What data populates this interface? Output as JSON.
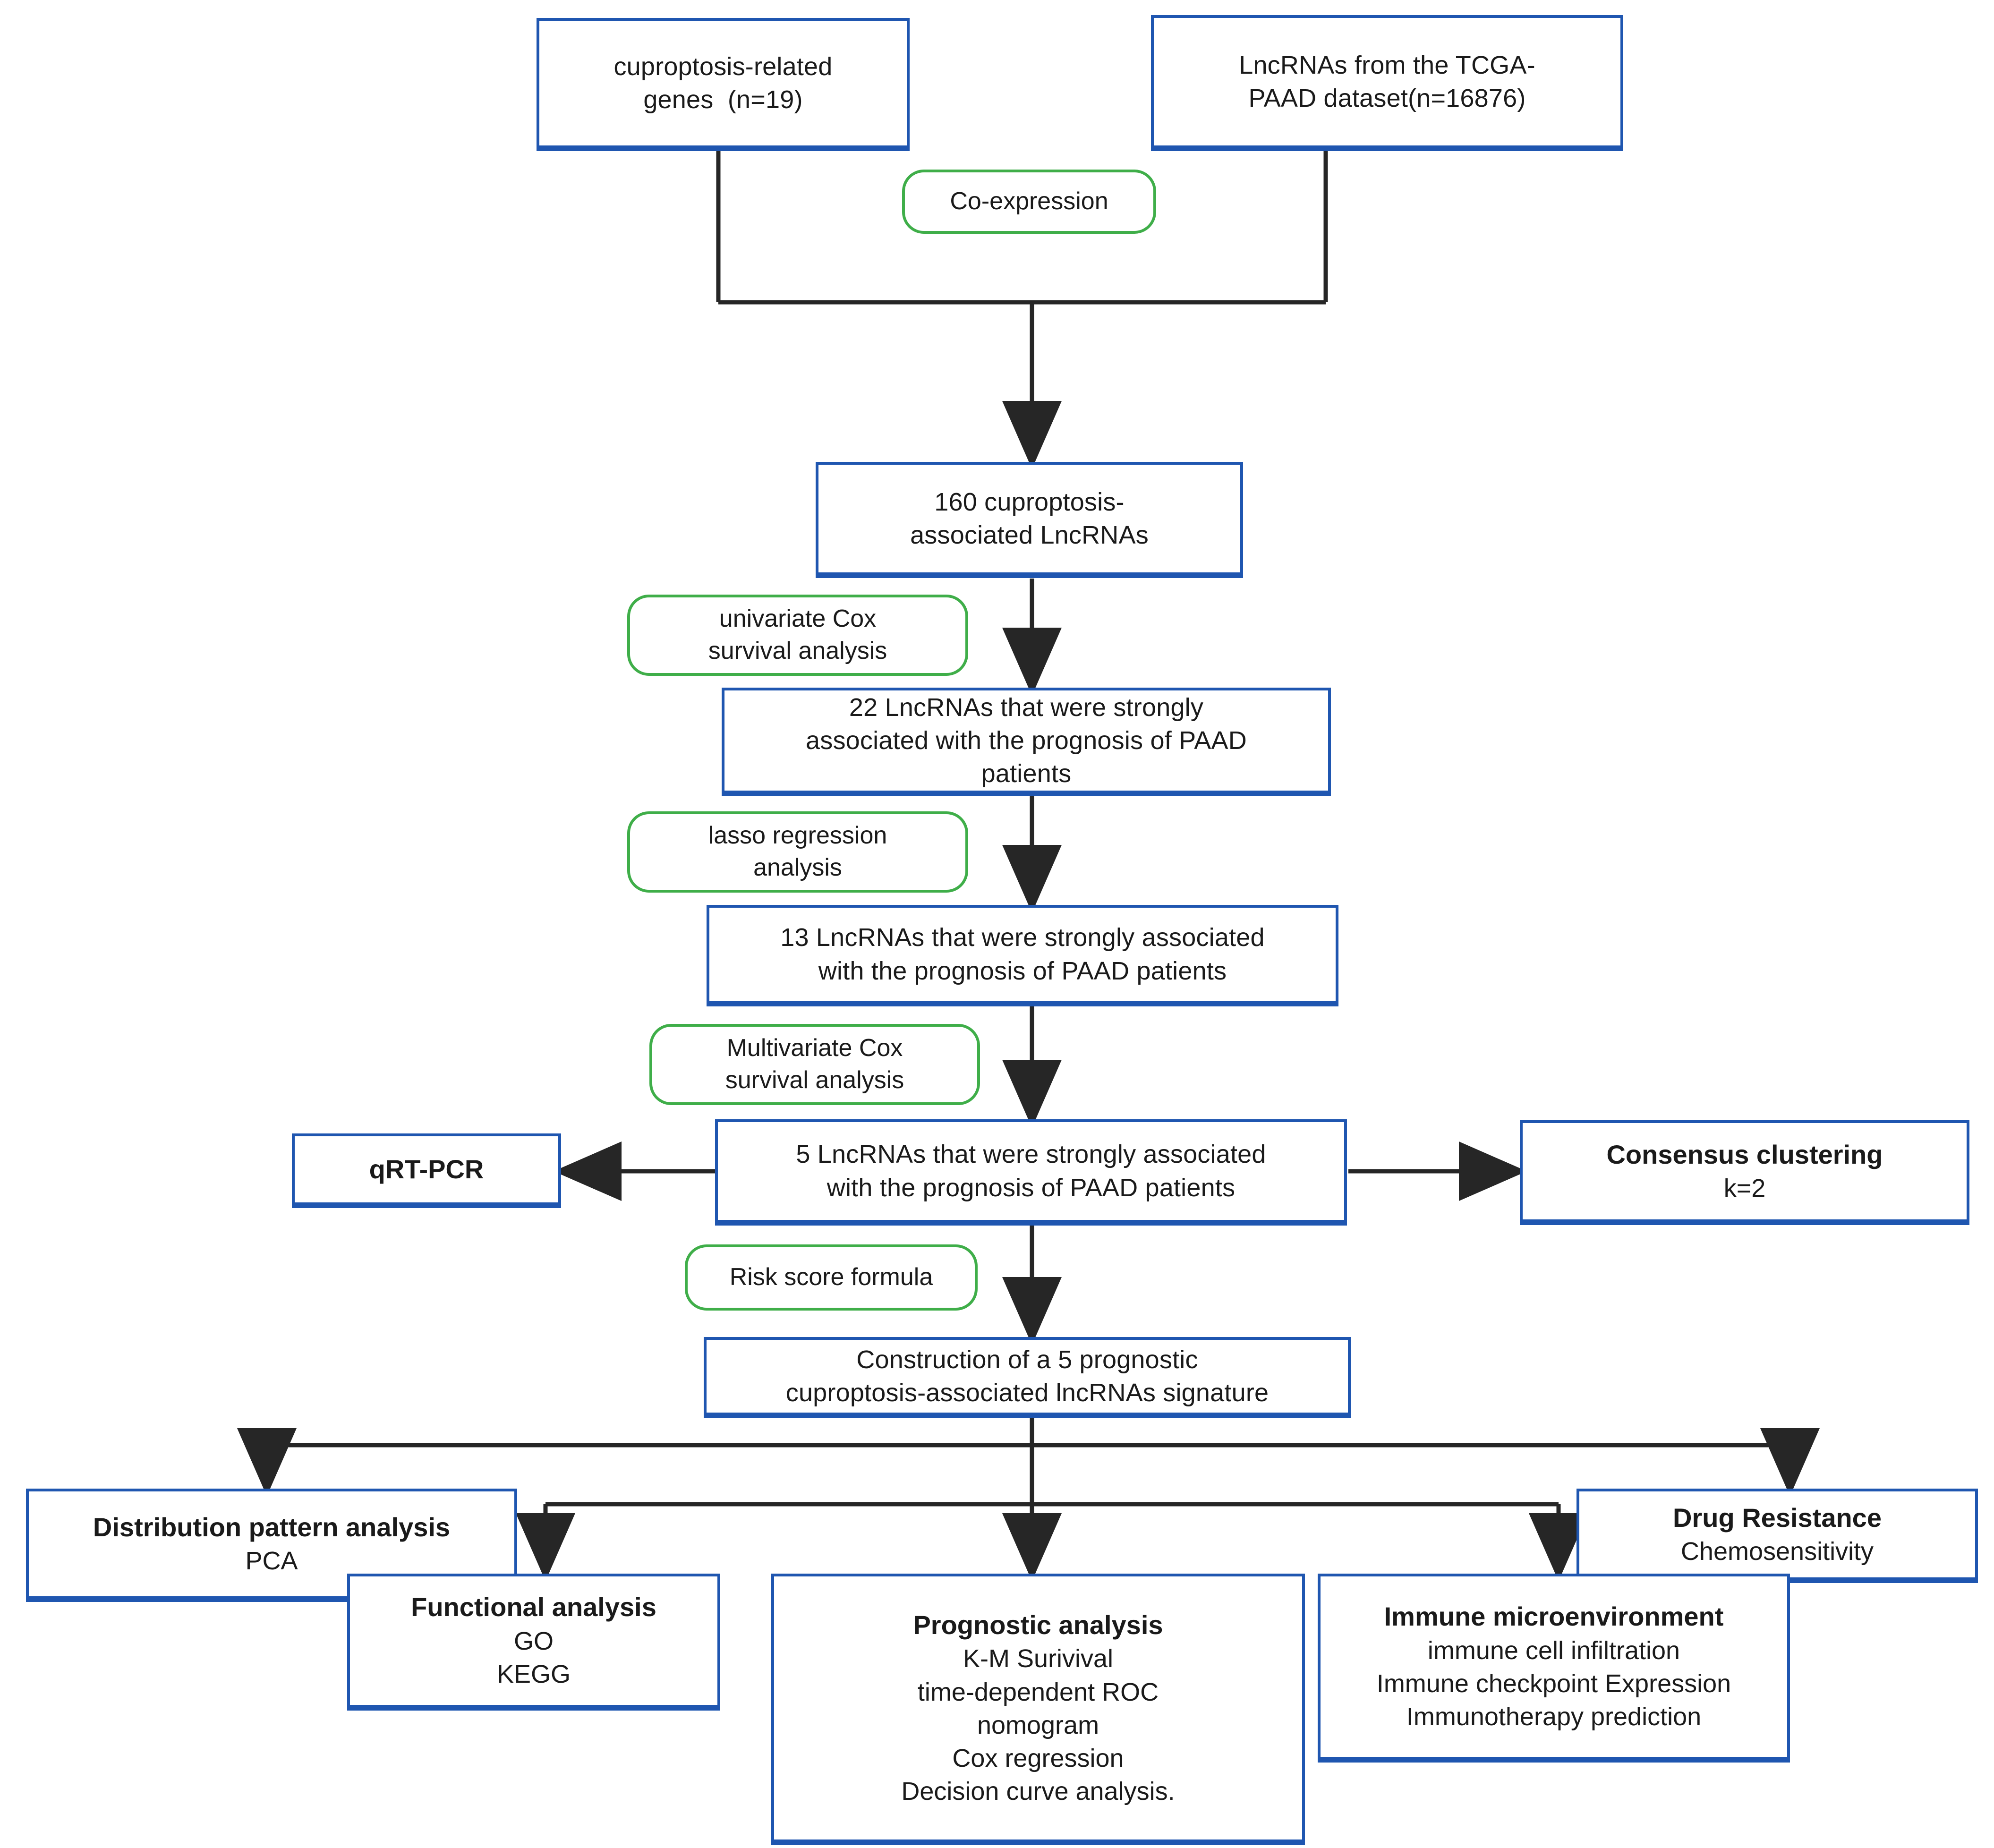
{
  "diagram": {
    "title": "Cuproptosis-associated lncRNA signature study workflow",
    "colors": {
      "process_box_border": "#1f56b0",
      "method_pill_border": "#3fae49",
      "connector": "#262626",
      "background": "#ffffff",
      "text": "#1a1a1a"
    }
  },
  "nodes": {
    "cuproptosis_genes": {
      "kind": "process-box",
      "lines": [
        "cuproptosis-related",
        "genes  (n=19)"
      ]
    },
    "tcga_lncrnas": {
      "kind": "process-box",
      "lines": [
        "LncRNAs from the TCGA-",
        "PAAD dataset(n=16876)"
      ]
    },
    "co_expression": {
      "kind": "method-pill",
      "lines": [
        "Co-expression"
      ]
    },
    "lncrna_160": {
      "kind": "process-box",
      "lines": [
        "160 cuproptosis-",
        "associated LncRNAs"
      ]
    },
    "univariate_cox": {
      "kind": "method-pill",
      "lines": [
        "univariate Cox",
        "survival analysis"
      ]
    },
    "lncrna_22": {
      "kind": "process-box",
      "lines": [
        "22 LncRNAs that were strongly",
        "associated with the prognosis of PAAD",
        "patients"
      ]
    },
    "lasso_regression": {
      "kind": "method-pill",
      "lines": [
        "lasso regression",
        "analysis"
      ]
    },
    "lncrna_13": {
      "kind": "process-box",
      "lines": [
        "13 LncRNAs that were strongly associated",
        "with the prognosis of PAAD patients"
      ]
    },
    "multivariate_cox": {
      "kind": "method-pill",
      "lines": [
        "Multivariate Cox",
        "survival analysis"
      ]
    },
    "lncrna_5": {
      "kind": "process-box",
      "lines": [
        "5 LncRNAs that were strongly associated",
        "with the prognosis of PAAD patients"
      ]
    },
    "qrt_pcr": {
      "kind": "process-box",
      "heading": "qRT-PCR"
    },
    "consensus_clustering": {
      "kind": "process-box",
      "heading": "Consensus clustering",
      "lines": [
        "k=2"
      ]
    },
    "risk_score_formula": {
      "kind": "method-pill",
      "lines": [
        "Risk score formula"
      ]
    },
    "signature_construction": {
      "kind": "process-box",
      "lines": [
        "Construction of a 5 prognostic",
        "cuproptosis-associated lncRNAs signature"
      ]
    },
    "distribution_pattern": {
      "kind": "process-box",
      "heading": "Distribution pattern analysis",
      "lines": [
        "PCA"
      ]
    },
    "functional_analysis": {
      "kind": "process-box",
      "heading": "Functional analysis",
      "lines": [
        "GO",
        "KEGG"
      ]
    },
    "prognostic_analysis": {
      "kind": "process-box",
      "heading": "Prognostic analysis",
      "lines": [
        "K-M Surivival",
        "time-dependent ROC",
        "nomogram",
        "Cox regression",
        "Decision curve analysis."
      ]
    },
    "immune_microenvironment": {
      "kind": "process-box",
      "heading": "Immune microenvironment",
      "lines": [
        "immune cell infiltration",
        "Immune checkpoint Expression",
        "Immunotherapy prediction"
      ]
    },
    "drug_resistance": {
      "kind": "process-box",
      "heading": "Drug Resistance",
      "lines": [
        "Chemosensitivity"
      ]
    }
  },
  "edges": [
    {
      "from": "cuproptosis_genes",
      "to": "lncrna_160",
      "label": "co_expression"
    },
    {
      "from": "tcga_lncrnas",
      "to": "lncrna_160",
      "label": "co_expression"
    },
    {
      "from": "lncrna_160",
      "to": "lncrna_22",
      "label": "univariate_cox"
    },
    {
      "from": "lncrna_22",
      "to": "lncrna_13",
      "label": "lasso_regression"
    },
    {
      "from": "lncrna_13",
      "to": "lncrna_5",
      "label": "multivariate_cox"
    },
    {
      "from": "lncrna_5",
      "to": "qrt_pcr",
      "label": ""
    },
    {
      "from": "lncrna_5",
      "to": "consensus_clustering",
      "label": ""
    },
    {
      "from": "lncrna_5",
      "to": "signature_construction",
      "label": "risk_score_formula"
    },
    {
      "from": "signature_construction",
      "to": "distribution_pattern",
      "label": ""
    },
    {
      "from": "signature_construction",
      "to": "drug_resistance",
      "label": ""
    },
    {
      "from": "signature_construction",
      "to": "functional_analysis",
      "label": ""
    },
    {
      "from": "signature_construction",
      "to": "prognostic_analysis",
      "label": ""
    },
    {
      "from": "signature_construction",
      "to": "immune_microenvironment",
      "label": ""
    }
  ]
}
